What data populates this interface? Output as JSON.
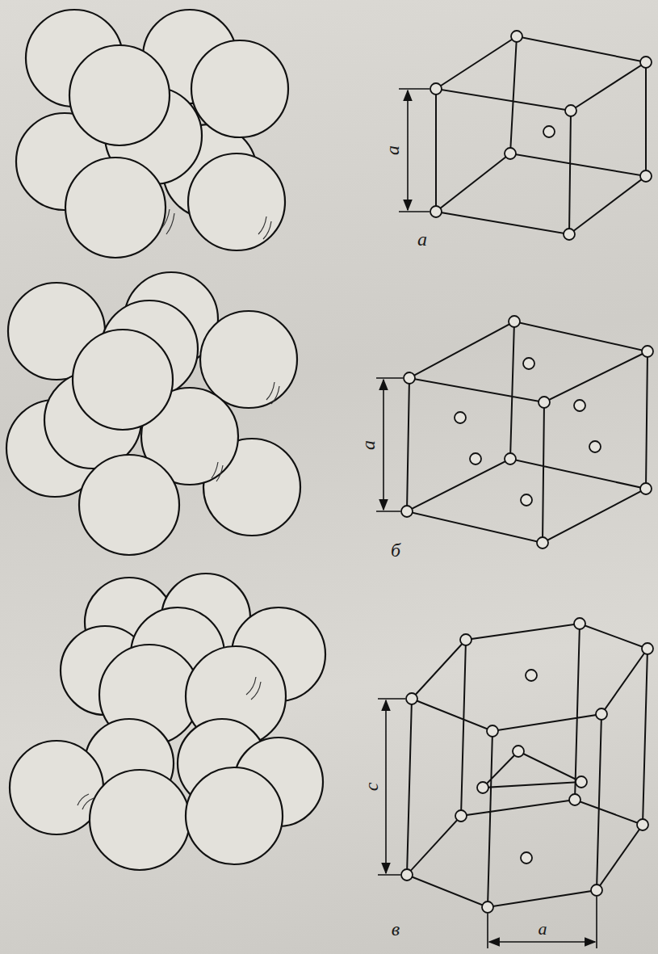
{
  "diagram": {
    "labels": [
      "a",
      "а",
      "a",
      "б",
      "c",
      "в",
      "a"
    ]
  }
}
